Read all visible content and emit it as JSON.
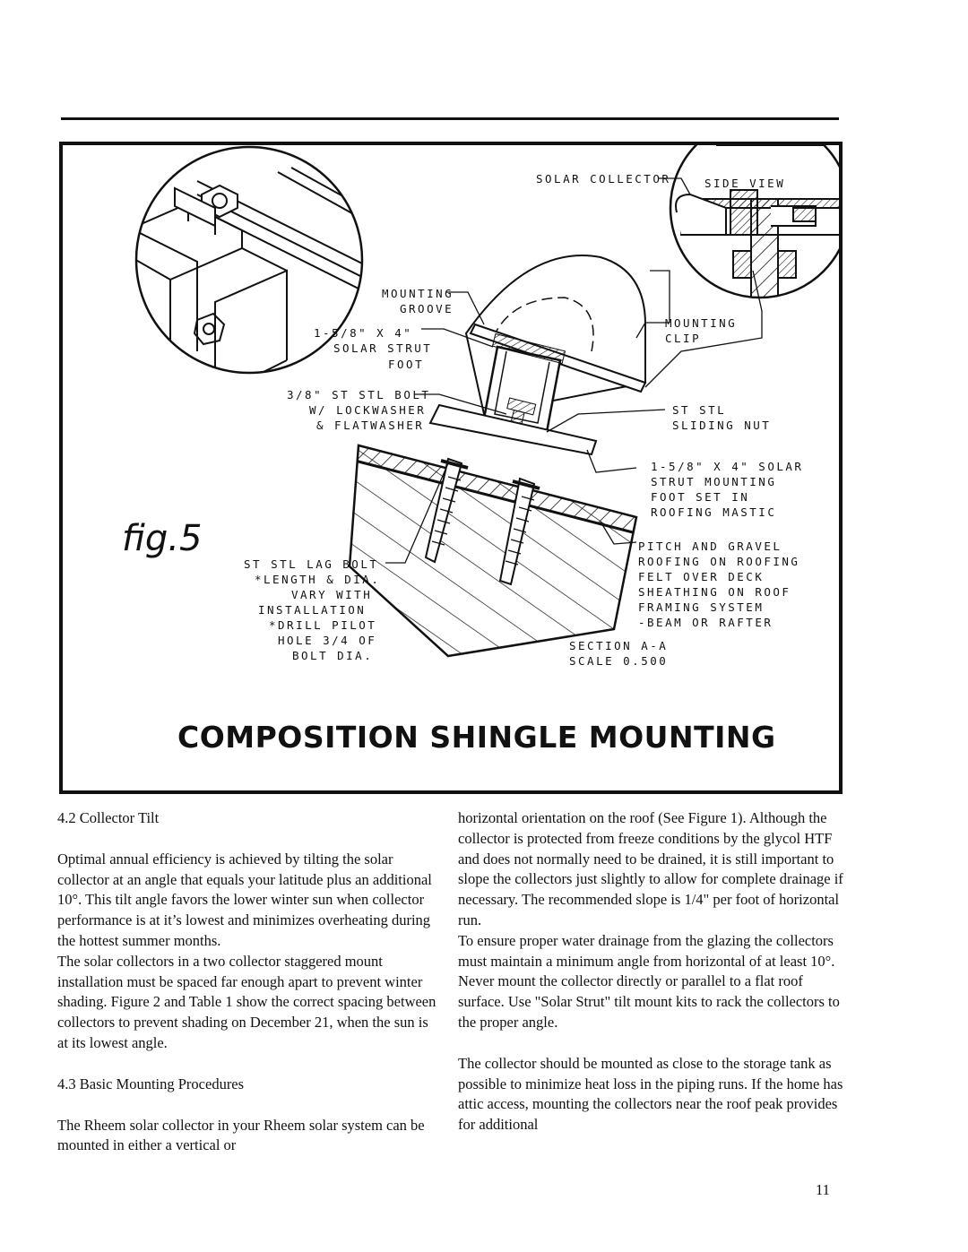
{
  "figure": {
    "fig_label": "fig.5",
    "title": "COMPOSITION SHINGLE MOUNTING",
    "labels": {
      "solar_collector": "SOLAR COLLECTOR",
      "side_view": "SIDE VIEW",
      "mounting_groove": [
        "MOUNTING",
        "GROOVE"
      ],
      "solar_strut_foot": [
        "1-5/8\" X 4\"",
        "SOLAR STRUT",
        "FOOT"
      ],
      "mounting_clip": [
        "MOUNTING",
        "CLIP"
      ],
      "bolt": [
        "3/8\" ST STL BOLT",
        "W/ LOCKWASHER",
        "& FLATWASHER"
      ],
      "sliding_nut": [
        "ST STL",
        "SLIDING NUT"
      ],
      "strut_foot_set": [
        "1-5/8\" X 4\" SOLAR",
        "STRUT MOUNTING",
        "FOOT SET IN",
        "ROOFING MASTIC"
      ],
      "pitch_gravel": [
        "PITCH AND GRAVEL",
        "ROOFING ON ROOFING",
        "FELT OVER DECK",
        "SHEATHING ON ROOF",
        "FRAMING SYSTEM",
        "-BEAM OR RAFTER"
      ],
      "lag_bolt": [
        "ST STL LAG BOLT",
        "*LENGTH & DIA.",
        "VARY WITH",
        "INSTALLATION",
        "*DRILL PILOT",
        "HOLE 3/4 OF",
        "BOLT DIA."
      ],
      "section": [
        "SECTION  A-A",
        "SCALE  0.500"
      ]
    }
  },
  "left_column": {
    "heading_1": "4.2 Collector Tilt",
    "para_1": "Optimal annual efficiency is achieved by tilting the solar collector at an angle that equals your latitude plus an additional 10°. This tilt angle favors the lower winter sun when collector performance is at it’s lowest and minimizes overheating during the hottest summer months.",
    "para_2": "The solar collectors in a two collector staggered mount installation must be spaced far enough apart to prevent winter shading. Figure 2 and Table 1 show the correct spacing between collectors to prevent shading on December 21, when the sun is at its lowest angle.",
    "heading_2": "4.3 Basic Mounting Procedures",
    "para_3": "The Rheem solar collector in your Rheem solar system can be mounted in either a vertical or"
  },
  "right_column": {
    "para_1": "horizontal orientation on the roof (See Figure 1). Although the collector is protected from freeze conditions by the glycol HTF and does not normally need to be drained, it is still important to slope the collectors just slightly to allow for complete drainage if necessary. The recommended slope is 1/4\" per foot of horizontal run.",
    "para_2": "To ensure proper water drainage from the glazing the collectors must maintain a minimum angle from horizontal of at least 10°. Never mount the collector directly or parallel to a flat roof surface. Use \"Solar Strut\" tilt mount kits to rack the collectors to the proper angle.",
    "para_3": "The collector should be mounted as close to the storage tank as possible to minimize heat loss in the piping runs. If the home has attic access, mounting the collectors near the roof peak provides for additional"
  },
  "page_number": "11"
}
